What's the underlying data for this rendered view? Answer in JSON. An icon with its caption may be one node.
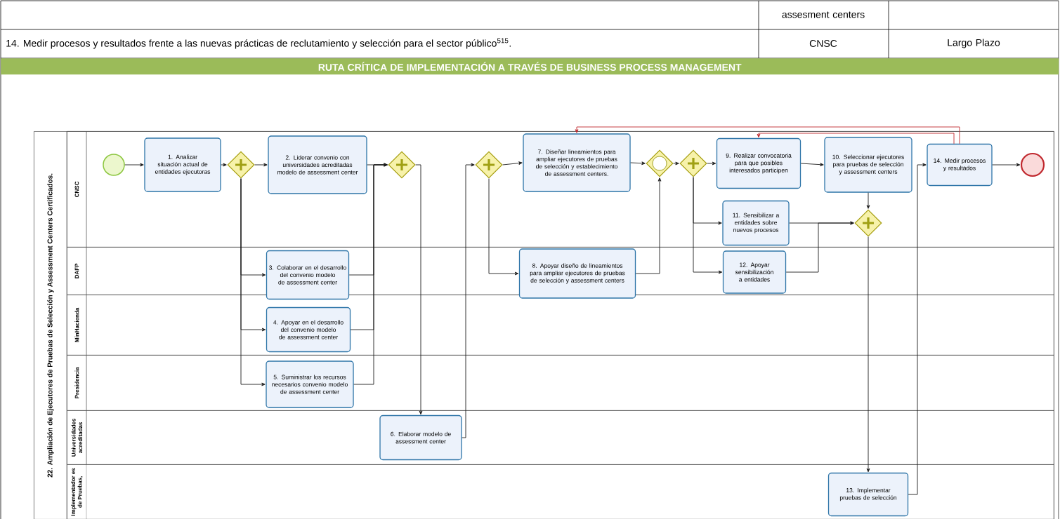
{
  "diagram": {
    "title": "RUTA CRÍTICA DE IMPLEMENTACIÓN A TRAVÉS DE BUSINESS PROCESS MANAGEMENT",
    "nodes": [
      {
        "text": [
          "22. Ampliación de Ejecutores de Pruebas de Selección y Assessment Centers Certificados."
        ]
      },
      {
        "text": [
          "CNSC"
        ],
        "in": 0
      },
      {
        "text": [
          "DAFP"
        ],
        "in": 0
      },
      {
        "text": [
          "MinHacienda"
        ],
        "in": 0
      },
      {
        "text": [
          "Presidencia"
        ],
        "in": 0
      },
      {
        "text": [
          "Universidades acreditadas"
        ],
        "in": 0
      },
      {
        "text": [
          "Implementador es de Pruebas,"
        ],
        "in": 0
      },
      {
        "text": [],
        "shape": "circle",
        "in": 1
      },
      {
        "text": [
          "1. Analizar situación actual de entidades ejecutoras"
        ],
        "in": 1
      },
      {
        "text": [],
        "shape": "diamond",
        "in": 1
      },
      {
        "text": [
          "2. Liderar convenio con universidades acreditadas modelo de assessment center"
        ],
        "in": 1
      },
      {
        "text": [
          "3. Colaborar en el desarrollo del convenio modelo de assessment center"
        ],
        "in": 2
      },
      {
        "text": [
          "4. Apoyar en el desarrollo del convenio modelo de assessment center"
        ],
        "in": 3
      },
      {
        "text": [
          "5. Suministrar los recursos necesarios convenio modelo de assessment center"
        ],
        "in": 4
      },
      {
        "text": [],
        "shape": "diamond",
        "in": 1
      },
      {
        "text": [
          "6. Elaborar modelo de assessment center"
        ],
        "in": 5
      },
      {
        "text": [],
        "shape": "diamond",
        "in": 1
      },
      {
        "text": [
          "7. Diseñar lineamientos para ampliar ejecutores de pruebas de selección y establecimiento de assessment centers."
        ],
        "in": 1
      },
      {
        "text": [
          "8. Apoyar diseño de lineamientos para ampliar ejecutores de pruebas de selección y assessment centers"
        ],
        "in": 2
      },
      {
        "text": [],
        "shape": "diamond",
        "in": 1
      },
      {
        "text": [],
        "shape": "diamond",
        "in": 1
      },
      {
        "text": [
          "9. Realizar convocatoria para que posibles interesados participen"
        ],
        "in": 1
      },
      {
        "text": [
          "10. Seleccionar ejecutores para pruebas de selección y assessment centers"
        ],
        "in": 1
      },
      {
        "text": [
          "14. Medir procesos y resultados"
        ],
        "in": 1
      },
      {
        "text": [],
        "shape": "circle",
        "in": 1
      },
      {
        "text": [
          "11. Sensibilizar a entidades sobre nuevos procesos"
        ],
        "in": 1
      },
      {
        "text": [
          "12. Apoyar sensibilización a entidades"
        ],
        "in": 2
      },
      {
        "text": [],
        "shape": "diamond",
        "in": 1
      },
      {
        "text": [
          "13. Implementar pruebas de selección"
        ],
        "in": 6
      }
    ],
    "edges": [
      {
        "from": 7,
        "to": 8,
        "arrow": "to"
      },
      {
        "from": 8,
        "to": 9,
        "arrow": "to"
      },
      {
        "from": 9,
        "to": 10,
        "arrow": "to"
      },
      {
        "from": 9,
        "to": 11,
        "arrow": "to"
      },
      {
        "from": 9,
        "to": 12,
        "arrow": "to"
      },
      {
        "from": 9,
        "to": 13,
        "arrow": "to"
      },
      {
        "from": 10,
        "to": 14,
        "arrow": "to"
      },
      {
        "from": 11,
        "to": 14,
        "arrow": "to"
      },
      {
        "from": 12,
        "to": 14,
        "arrow": "to"
      },
      {
        "from": 13,
        "to": 14,
        "arrow": "to"
      },
      {
        "from": 14,
        "to": 15,
        "arrow": "to"
      },
      {
        "from": 15,
        "to": 16,
        "arrow": "to"
      },
      {
        "from": 16,
        "to": 17,
        "arrow": "to"
      },
      {
        "from": 16,
        "to": 18,
        "arrow": "to"
      },
      {
        "from": 17,
        "to": 19,
        "arrow": "to"
      },
      {
        "from": 18,
        "to": 19,
        "arrow": "to"
      },
      {
        "from": 19,
        "to": 20,
        "arrow": "to"
      },
      {
        "from": 20,
        "to": 21,
        "arrow": "to"
      },
      {
        "from": 20,
        "to": 25,
        "arrow": "to"
      },
      {
        "from": 20,
        "to": 26,
        "arrow": "to"
      },
      {
        "from": 21,
        "to": 22,
        "arrow": "to"
      },
      {
        "from": 22,
        "to": 27,
        "arrow": "to"
      },
      {
        "from": 25,
        "to": 27,
        "arrow": "to"
      },
      {
        "from": 26,
        "to": 27,
        "arrow": "to"
      },
      {
        "from": 27,
        "to": 28,
        "arrow": "to"
      },
      {
        "from": 28,
        "to": 23,
        "arrow": "to"
      },
      {
        "from": 23,
        "to": 24,
        "arrow": "to"
      },
      {
        "from": 23,
        "to": 17,
        "arrow": "to",
        "color": "#c0282e"
      },
      {
        "from": 23,
        "to": 21,
        "arrow": "to",
        "color": "#c0282e"
      }
    ],
    "labels": [
      "assesment centers",
      "14. Medir procesos y resultados frente a las nuevas prácticas de reclutamiento y selección para el sector público$^{515}$.",
      "CNSC",
      "Largo Plazo"
    ]
  }
}
